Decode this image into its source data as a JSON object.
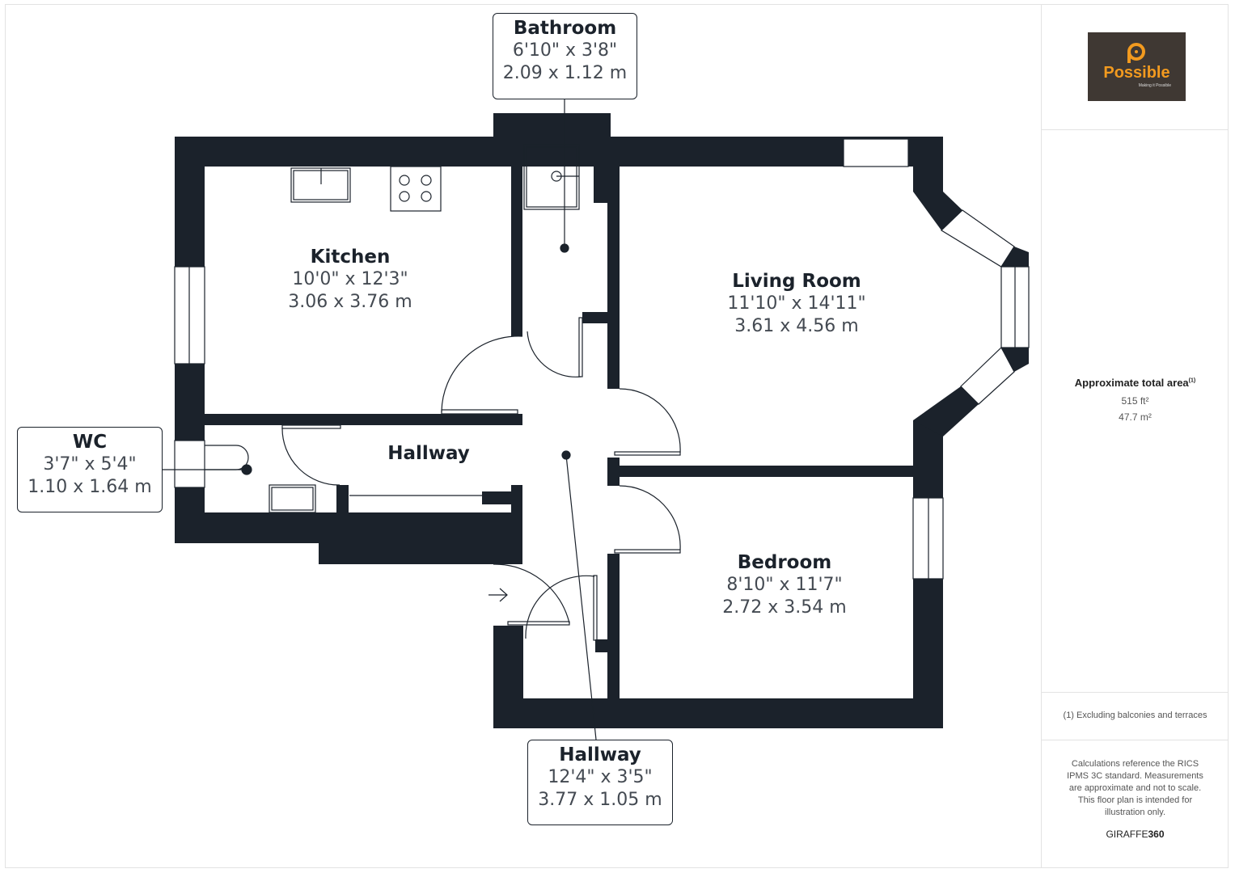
{
  "logo": {
    "brand": "Possible",
    "tagline": "Making it Possible",
    "background": "#3f3833",
    "accent": "#f29a1f"
  },
  "area": {
    "title": "Approximate total area",
    "footnote_marker": "(1)",
    "imperial": "515 ft²",
    "metric": "47.7 m²"
  },
  "footnote": "(1) Excluding balconies and terraces",
  "disclaimer": "Calculations reference the RICS IPMS 3C standard. Measurements are approximate and not to scale. This floor plan is intended for illustration only.",
  "credit": {
    "prefix": "GIRAFFE",
    "suffix": "360"
  },
  "rooms": {
    "kitchen": {
      "name": "Kitchen",
      "imperial": "10'0\" x 12'3\"",
      "metric": "3.06 x 3.76 m"
    },
    "living": {
      "name": "Living Room",
      "imperial": "11'10\" x 14'11\"",
      "metric": "3.61 x 4.56 m"
    },
    "bedroom": {
      "name": "Bedroom",
      "imperial": "8'10\" x 11'7\"",
      "metric": "2.72 x 3.54 m"
    },
    "hallway_inner": {
      "name": "Hallway"
    },
    "bathroom": {
      "name": "Bathroom",
      "imperial": "6'10\" x 3'8\"",
      "metric": "2.09 x 1.12 m"
    },
    "wc": {
      "name": "WC",
      "imperial": "3'7\" x 5'4\"",
      "metric": "1.10 x 1.64 m"
    },
    "hallway": {
      "name": "Hallway",
      "imperial": "12'4\" x 3'5\"",
      "metric": "3.77 x 1.05 m"
    }
  },
  "colors": {
    "wall": "#1b222b",
    "text": "#1b222b",
    "dim_text": "#444a52"
  }
}
